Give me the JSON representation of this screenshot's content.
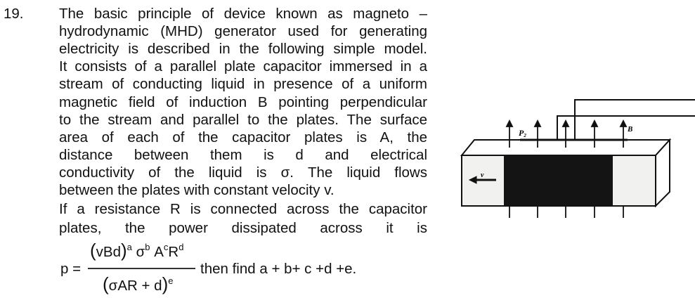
{
  "question": {
    "number": "19.",
    "lines": [
      "The basic principle of device known as magneto –",
      "hydrodynamic (MHD) generator used for generating",
      "electricity is described in the following simple model.",
      "It consists of a parallel plate capacitor immersed in a",
      "stream of conducting liquid in presence of a uniform",
      "magnetic field of induction B pointing perpendicular",
      "to the stream and parallel to the plates. The surface",
      "area of each of the capacitor plates is A, the",
      "distance between them is d and electrical",
      "conductivity of the liquid is σ. The liquid flows",
      "between the plates with constant velocity v.",
      "If a resistance R is connected across the capacitor",
      "plates, the power dissipated across it is"
    ],
    "formula": {
      "lhs": "p =",
      "num_base": "vBd",
      "exp_a": "a",
      "sigma": "σ",
      "exp_b": "b",
      "A": "A",
      "exp_c": "c",
      "R": "R",
      "exp_d": "d",
      "den_base": "σAR + d",
      "exp_e": "e"
    },
    "task": "then find a + b+ c +d +e."
  },
  "diagram": {
    "label_plate": "P",
    "label_plate_sub": "2",
    "label_field": "B",
    "label_velocity": "v"
  }
}
